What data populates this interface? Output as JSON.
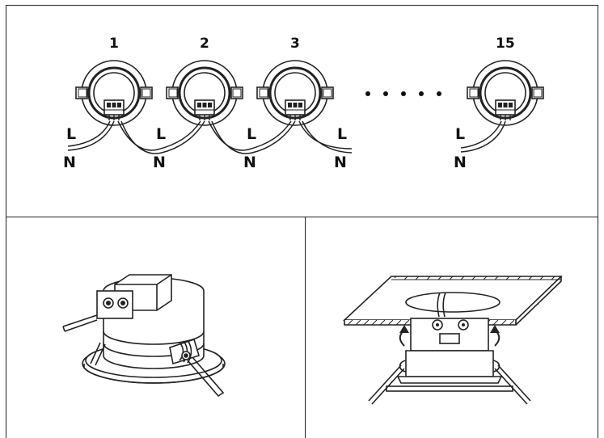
{
  "diagram": {
    "fixture_numbers": [
      "1",
      "2",
      "3",
      "15"
    ],
    "ellipsis": "• • • • •",
    "wire_labels": [
      {
        "l": "L",
        "n": "N"
      },
      {
        "l": "L",
        "n": "N"
      },
      {
        "l": "L",
        "n": "N"
      },
      {
        "l": "L",
        "n": "N"
      },
      {
        "l": "L",
        "n": "N"
      }
    ]
  }
}
